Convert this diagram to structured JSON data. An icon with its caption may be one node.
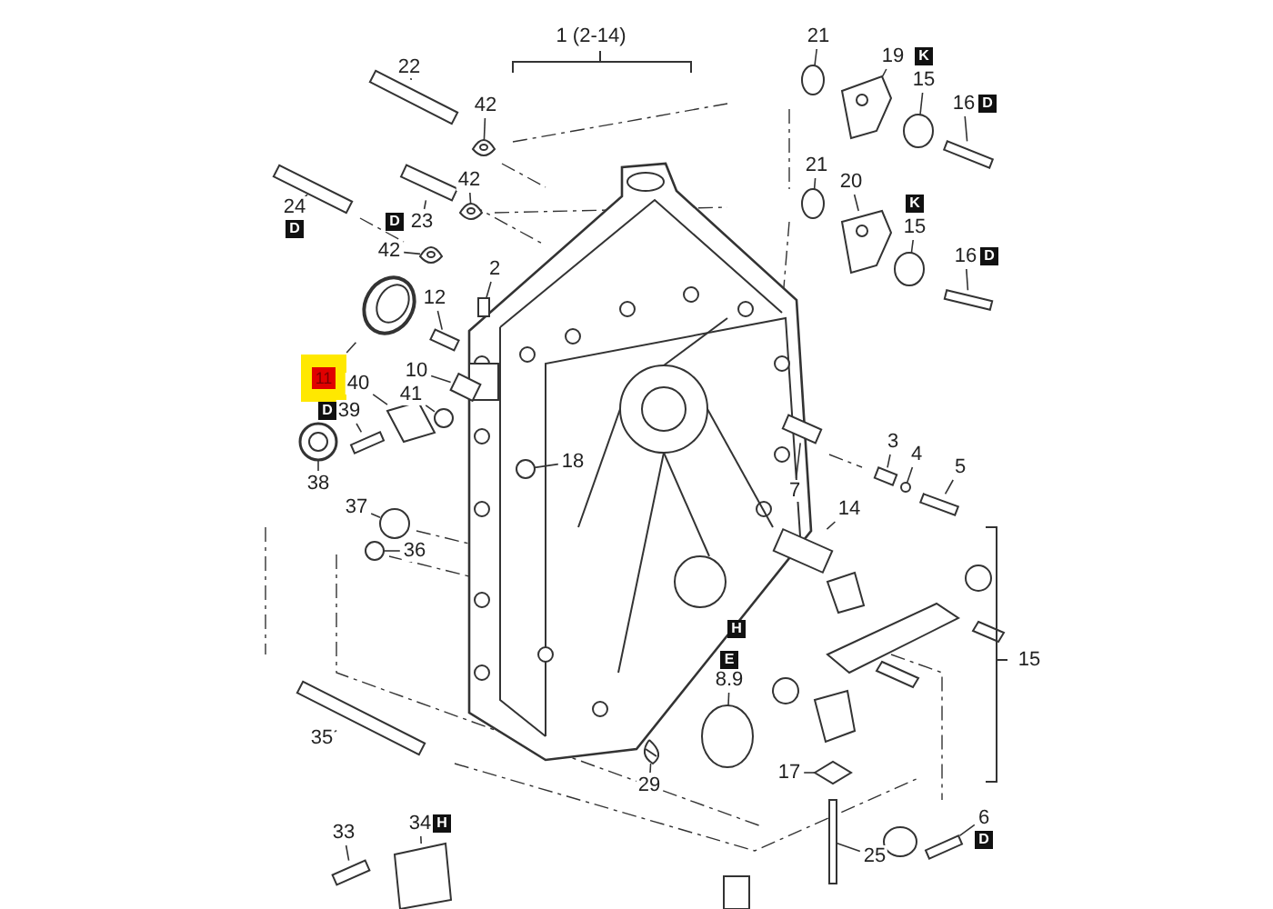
{
  "diagram": {
    "nodes": [
      {
        "text": [
          "22"
        ]
      },
      {
        "text": [
          "42"
        ]
      },
      {
        "text": [
          "42"
        ]
      },
      {
        "text": [
          "24"
        ],
        "beside": [
          "D"
        ]
      },
      {
        "text": [
          "23"
        ],
        "beside": [
          "D"
        ]
      },
      {
        "text": [
          "42"
        ]
      },
      {
        "text": [
          "2"
        ]
      },
      {
        "text": [
          "12"
        ]
      },
      {
        "text": [
          "11"
        ]
      },
      {
        "text": [
          "10"
        ]
      },
      {
        "text": [
          "40"
        ]
      },
      {
        "text": [
          "41"
        ]
      },
      {
        "text": [
          "39"
        ],
        "beside": [
          "D"
        ]
      },
      {
        "text": [
          "38"
        ]
      },
      {
        "text": [
          "37"
        ]
      },
      {
        "text": [
          "36"
        ]
      },
      {
        "text": [
          "18"
        ]
      },
      {
        "text": [
          "21"
        ]
      },
      {
        "text": [
          "19"
        ]
      },
      {
        "text": [
          "15"
        ],
        "beside": [
          "K"
        ]
      },
      {
        "text": [
          "16"
        ],
        "beside": [
          "D"
        ]
      },
      {
        "text": [
          "21"
        ]
      },
      {
        "text": [
          "20"
        ]
      },
      {
        "text": [
          "15"
        ],
        "beside": [
          "K"
        ]
      },
      {
        "text": [
          "16"
        ],
        "beside": [
          "D"
        ]
      },
      {
        "text": [
          "3"
        ]
      },
      {
        "text": [
          "4"
        ]
      },
      {
        "text": [
          "5"
        ]
      },
      {
        "text": [
          "7"
        ]
      },
      {
        "text": [
          "14"
        ]
      },
      {
        "text": [
          "8.9"
        ],
        "beside": [
          "E"
        ]
      },
      {
        "text": [
          "17"
        ]
      },
      {
        "text": [
          "25"
        ]
      },
      {
        "text": [
          "6"
        ],
        "beside": [
          "D"
        ]
      },
      {
        "text": [
          "29"
        ]
      },
      {
        "text": [
          "35"
        ]
      },
      {
        "text": [
          "33"
        ]
      },
      {
        "text": [
          "34"
        ],
        "beside": [
          "H"
        ]
      },
      {
        "text": [],
        "shape": "bar"
      },
      {
        "text": [],
        "shape": "picture"
      },
      {
        "text": [],
        "shape": "picture"
      },
      {
        "text": [],
        "shape": "bar"
      },
      {
        "text": [],
        "shape": "bar"
      },
      {
        "text": [],
        "shape": "picture"
      },
      {
        "text": [],
        "shape": "box"
      },
      {
        "text": [],
        "shape": "bar"
      },
      {
        "text": [],
        "shape": "picture"
      },
      {
        "text": [],
        "shape": "bar"
      },
      {
        "text": [],
        "shape": "box"
      },
      {
        "text": [],
        "shape": "circle"
      },
      {
        "text": [],
        "shape": "bar"
      },
      {
        "text": [],
        "shape": "picture"
      },
      {
        "text": [],
        "shape": "circle"
      },
      {
        "text": [],
        "shape": "circle"
      },
      {
        "text": [],
        "shape": "circle"
      },
      {
        "text": [],
        "shape": "circle"
      },
      {
        "text": [],
        "shape": "picture"
      },
      {
        "text": [],
        "shape": "circle"
      },
      {
        "text": [],
        "shape": "bar"
      },
      {
        "text": [],
        "shape": "circle"
      },
      {
        "text": [],
        "shape": "picture"
      },
      {
        "text": [],
        "shape": "circle"
      },
      {
        "text": [],
        "shape": "bar"
      },
      {
        "text": [],
        "shape": "bar"
      },
      {
        "text": [],
        "shape": "circle"
      },
      {
        "text": [],
        "shape": "bar"
      },
      {
        "text": [],
        "shape": "bar"
      },
      {
        "text": [],
        "shape": "bar"
      },
      {
        "text": [],
        "shape": "circle"
      },
      {
        "text": [],
        "shape": "diamond"
      },
      {
        "text": [],
        "shape": "bar"
      },
      {
        "text": [],
        "shape": "bar"
      },
      {
        "text": [],
        "shape": "picture"
      },
      {
        "text": [],
        "shape": "bar"
      },
      {
        "text": [],
        "shape": "bar"
      },
      {
        "text": [],
        "shape": "box"
      }
    ],
    "edges": [
      {
        "from": 0,
        "to": 38,
        "arrow": "none"
      },
      {
        "from": 1,
        "to": 39,
        "arrow": "none"
      },
      {
        "from": 2,
        "to": 40,
        "arrow": "none"
      },
      {
        "from": 3,
        "to": 41,
        "arrow": "none"
      },
      {
        "from": 4,
        "to": 42,
        "arrow": "none"
      },
      {
        "from": 5,
        "to": 43,
        "arrow": "none"
      },
      {
        "from": 6,
        "to": 44,
        "arrow": "none"
      },
      {
        "from": 7,
        "to": 45,
        "arrow": "none"
      },
      {
        "from": 8,
        "to": 46,
        "arrow": "none"
      },
      {
        "from": 9,
        "to": 47,
        "arrow": "none"
      },
      {
        "from": 10,
        "to": 48,
        "arrow": "none"
      },
      {
        "from": 11,
        "to": 49,
        "arrow": "none"
      },
      {
        "from": 12,
        "to": 50,
        "arrow": "none"
      },
      {
        "from": 13,
        "to": 51,
        "arrow": "none"
      },
      {
        "from": 14,
        "to": 52,
        "arrow": "none"
      },
      {
        "from": 15,
        "to": 53,
        "arrow": "none"
      },
      {
        "from": 16,
        "to": 54,
        "arrow": "none"
      },
      {
        "from": 17,
        "to": 55,
        "arrow": "none"
      },
      {
        "from": 18,
        "to": 56,
        "arrow": "none"
      },
      {
        "from": 19,
        "to": 57,
        "arrow": "none"
      },
      {
        "from": 20,
        "to": 58,
        "arrow": "none"
      },
      {
        "from": 21,
        "to": 59,
        "arrow": "none"
      },
      {
        "from": 22,
        "to": 60,
        "arrow": "none"
      },
      {
        "from": 23,
        "to": 61,
        "arrow": "none"
      },
      {
        "from": 24,
        "to": 62,
        "arrow": "none"
      },
      {
        "from": 25,
        "to": 63,
        "arrow": "none"
      },
      {
        "from": 26,
        "to": 64,
        "arrow": "none"
      },
      {
        "from": 27,
        "to": 65,
        "arrow": "none"
      },
      {
        "from": 28,
        "to": 66,
        "arrow": "none"
      },
      {
        "from": 29,
        "to": 67,
        "arrow": "none"
      },
      {
        "from": 30,
        "to": 68,
        "arrow": "none"
      },
      {
        "from": 31,
        "to": 69,
        "arrow": "none"
      },
      {
        "from": 32,
        "to": 70,
        "arrow": "none"
      },
      {
        "from": 33,
        "to": 71,
        "arrow": "none"
      },
      {
        "from": 34,
        "to": 72,
        "arrow": "none"
      },
      {
        "from": 35,
        "to": 73,
        "arrow": "none"
      },
      {
        "from": 36,
        "to": 74,
        "arrow": "none"
      },
      {
        "from": 37,
        "to": 75,
        "arrow": "none"
      }
    ],
    "labels": [
      "1 (2-14)",
      "15",
      "H"
    ]
  }
}
